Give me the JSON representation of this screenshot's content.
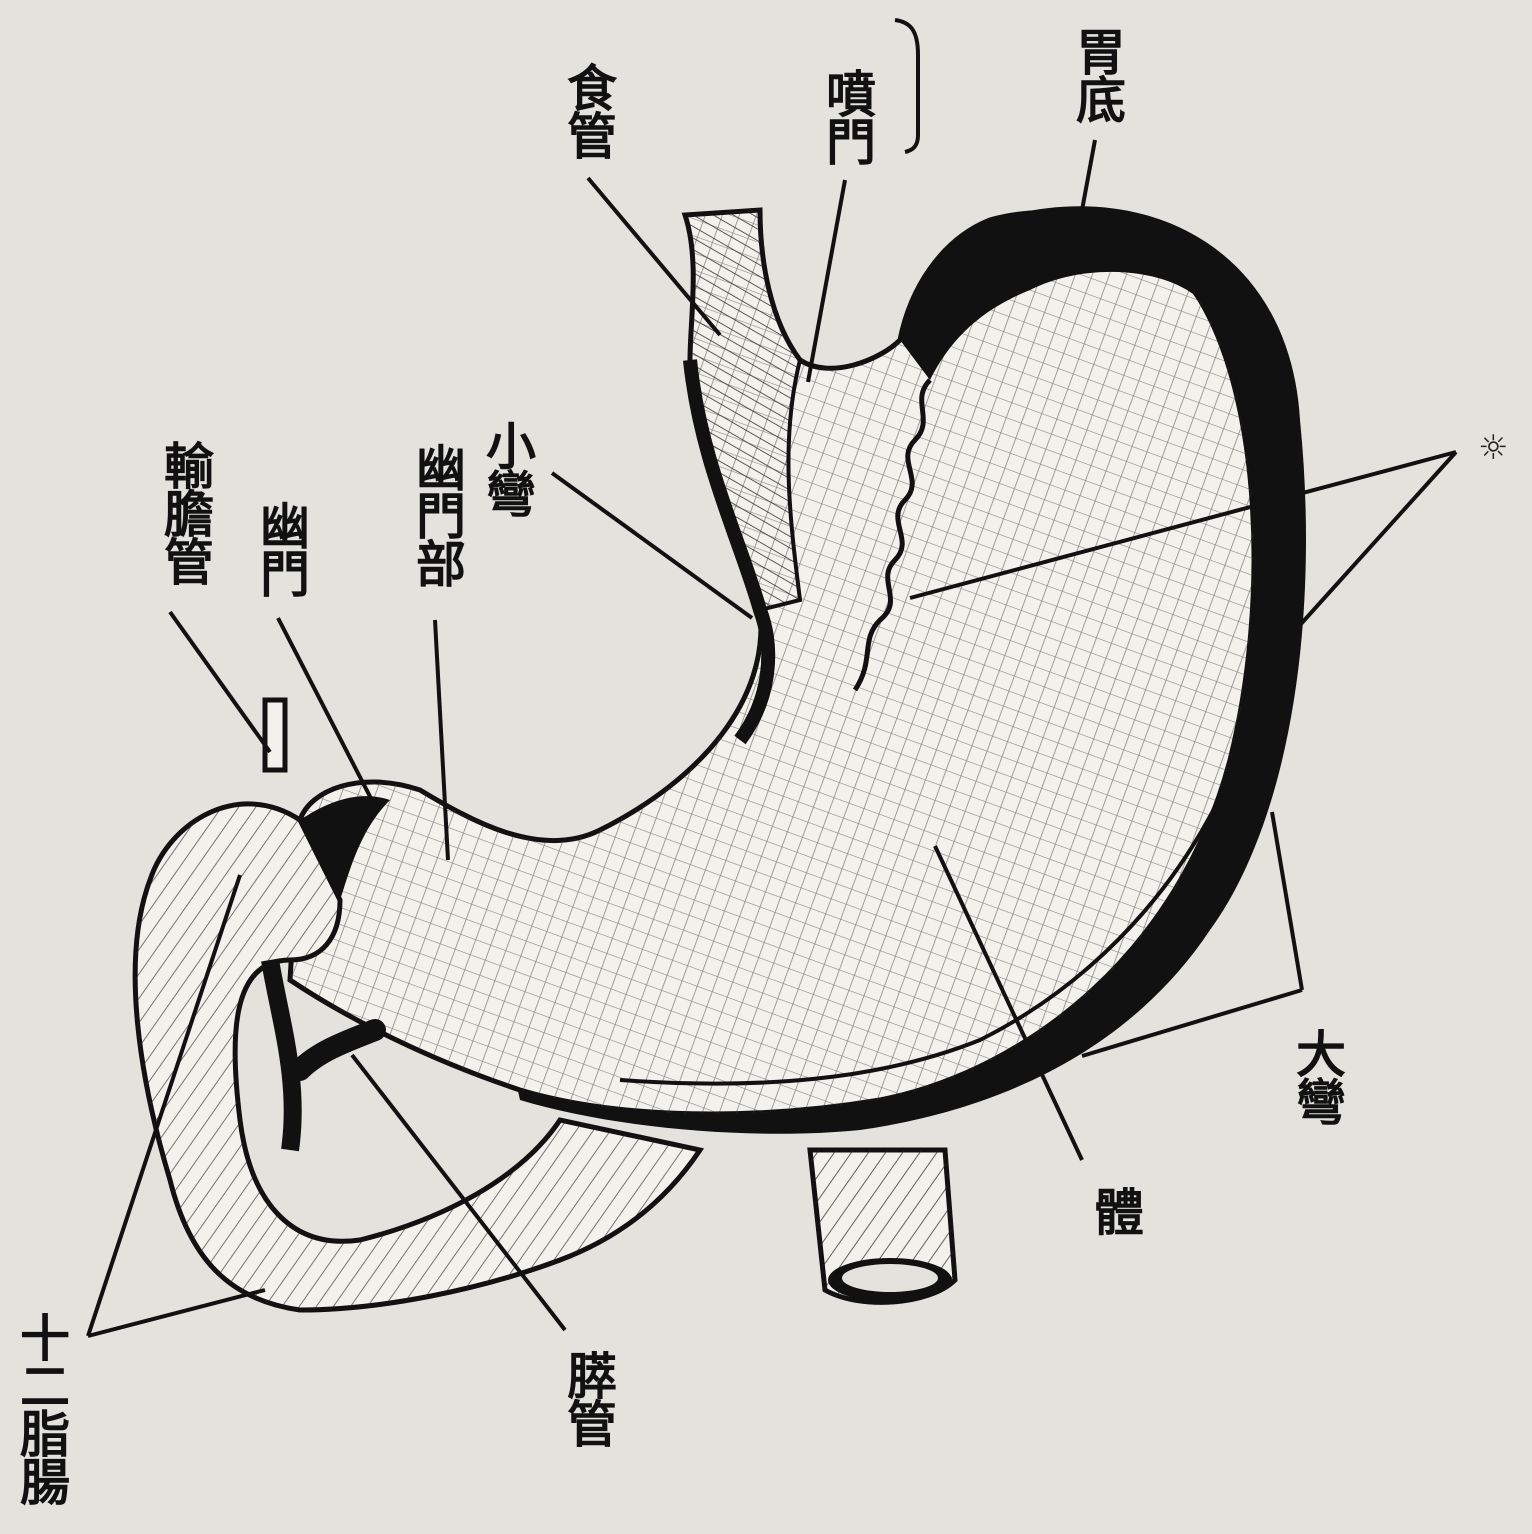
{
  "labels": {
    "esophagus": "食管",
    "cardia": "噴門",
    "fundus": "胃底",
    "lesser_curvature": "小彎",
    "pyloric_part": "幽門部",
    "pylorus": "幽門",
    "bile_duct": "輸膽管",
    "body": "體",
    "greater_curvature": "大彎",
    "pancreatic_duct": "膵管",
    "duodenum": "十二脂腸",
    "marker": "☼"
  },
  "colors": {
    "paper": "#e3e2dd",
    "ink": "#111111"
  }
}
